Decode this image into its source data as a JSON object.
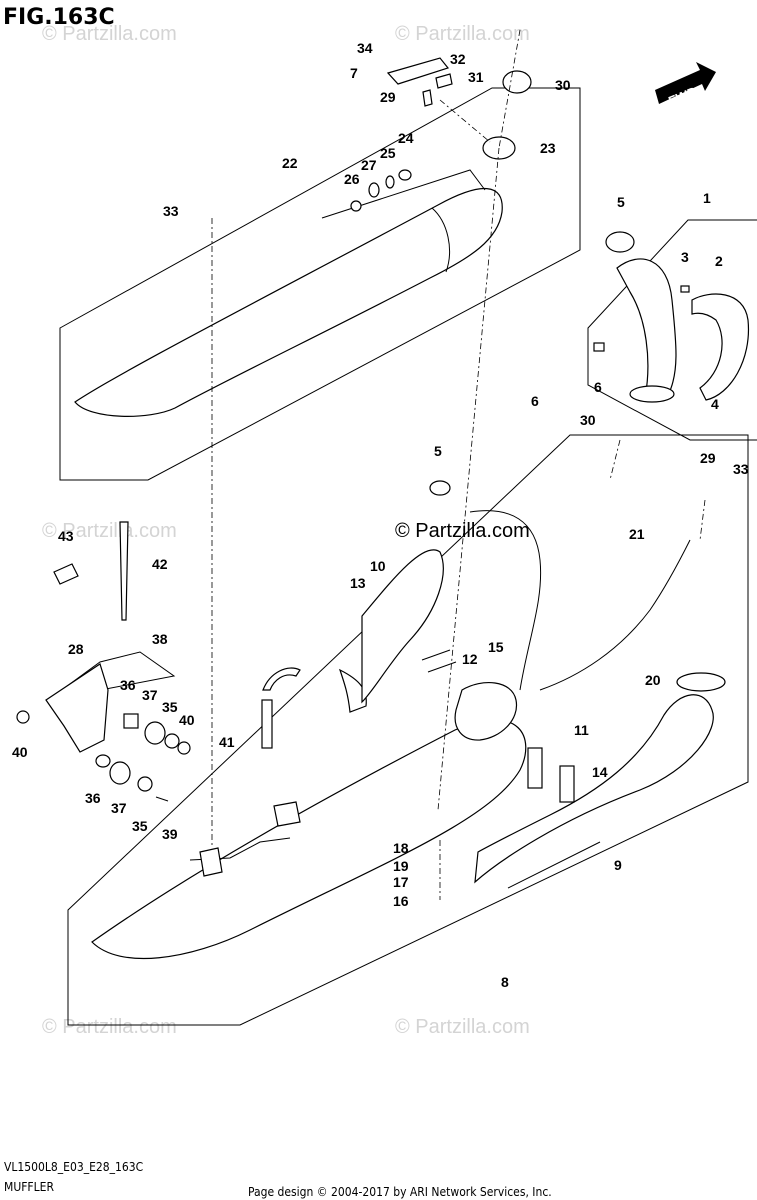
{
  "figure": {
    "title": "FIG.163C",
    "code": "VL1500L8_E03_E28_163C",
    "section": "MUFFLER",
    "copyright": "Page design © 2004-2017 by ARI Network Services, Inc.",
    "watermark": "© Partzilla.com",
    "direction": "FWD"
  },
  "callouts": [
    "34",
    "32",
    "7",
    "31",
    "30",
    "29",
    "24",
    "23",
    "22",
    "25",
    "27",
    "26",
    "33",
    "5",
    "1",
    "3",
    "2",
    "6",
    "4",
    "30",
    "6",
    "5",
    "29",
    "33",
    "21",
    "43",
    "42",
    "10",
    "13",
    "38",
    "28",
    "12",
    "15",
    "36",
    "37",
    "35",
    "40",
    "40",
    "41",
    "11",
    "20",
    "14",
    "36",
    "37",
    "35",
    "39",
    "18",
    "19",
    "17",
    "16",
    "9",
    "8"
  ]
}
